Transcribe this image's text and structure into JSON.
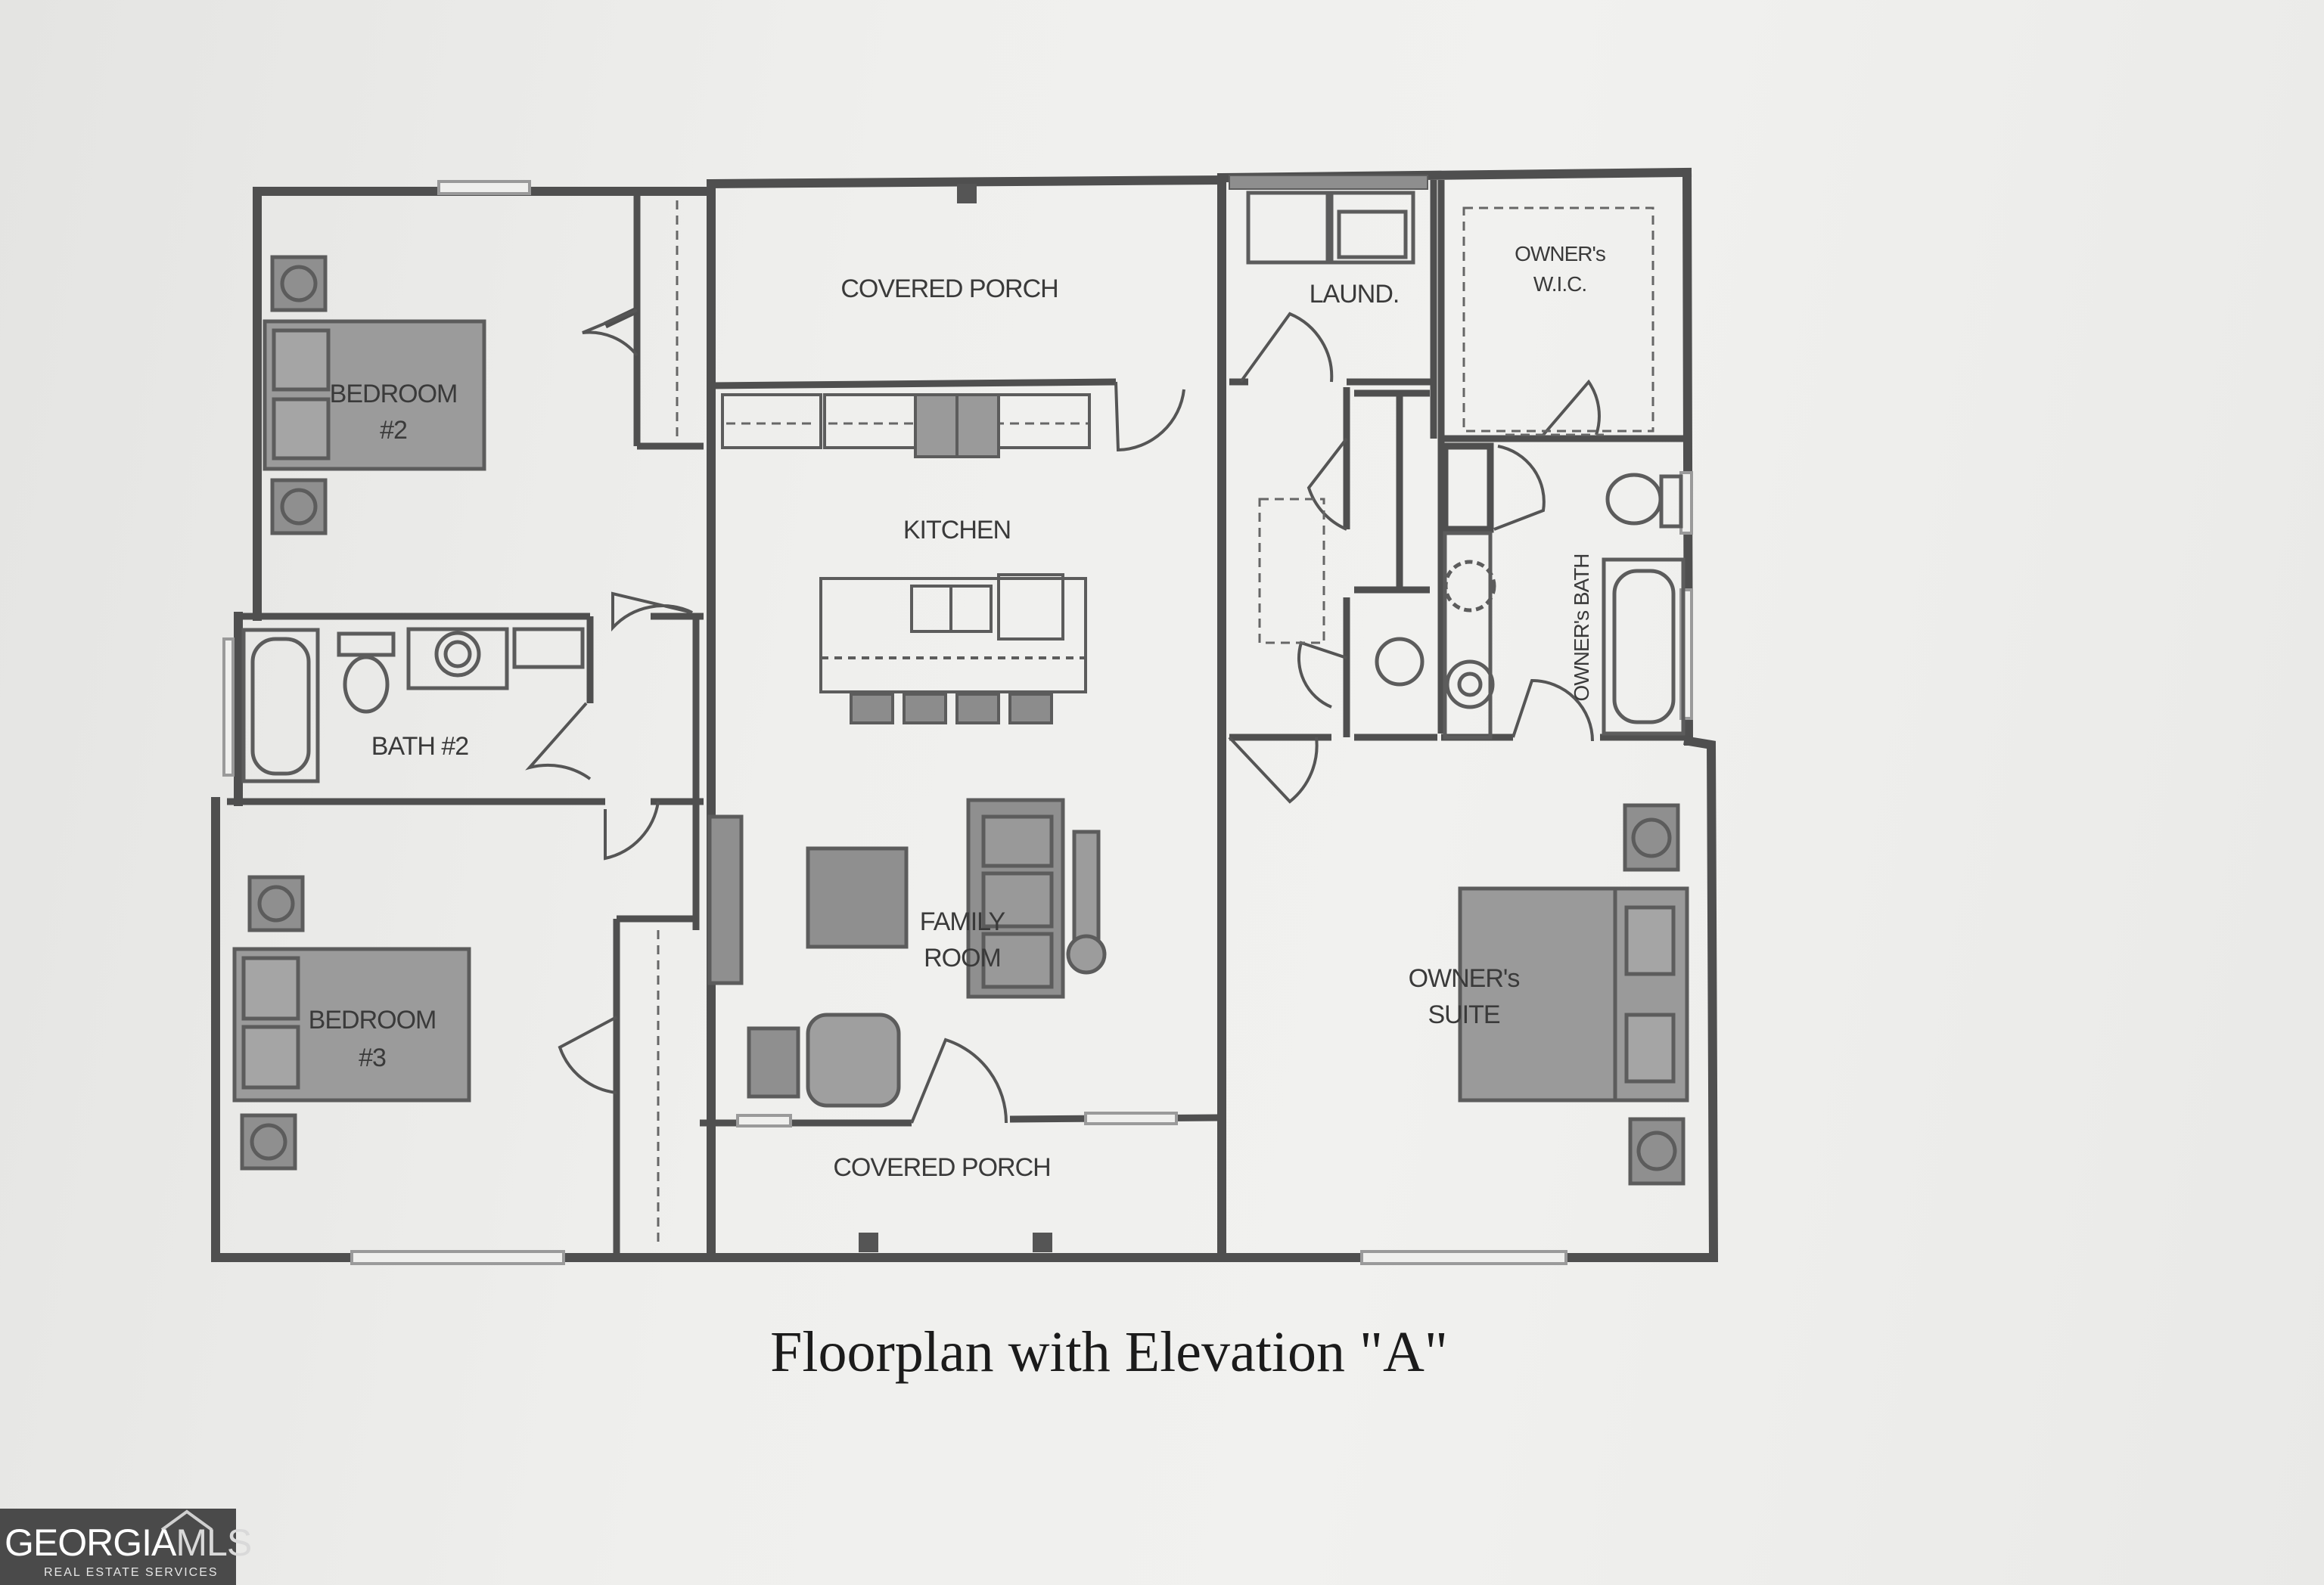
{
  "plan": {
    "caption": "Floorplan with Elevation \"A\"",
    "rooms": {
      "covered_porch_top": "COVERED PORCH",
      "laundry": "LAUND.",
      "owners_wic_line1": "OWNER's",
      "owners_wic_line2": "W.I.C.",
      "bedroom2_line1": "BEDROOM",
      "bedroom2_line2": "#2",
      "kitchen": "KITCHEN",
      "owners_bath": "OWNER's BATH",
      "bath2": "BATH #2",
      "family_line1": "FAMILY",
      "family_line2": "ROOM",
      "bedroom3_line1": "BEDROOM",
      "bedroom3_line2": "#3",
      "owners_suite_line1": "OWNER's",
      "owners_suite_line2": "SUITE",
      "covered_porch_bottom": "COVERED PORCH"
    }
  },
  "logo": {
    "name_main": "GEORGIA",
    "name_accent": "MLS",
    "tagline": "REAL ESTATE SERVICES"
  },
  "colors": {
    "wall": "#4f4f4f",
    "furniture": "#8e8e8e",
    "paper": "#efefed",
    "logo_bg": "#4a4a4a"
  }
}
